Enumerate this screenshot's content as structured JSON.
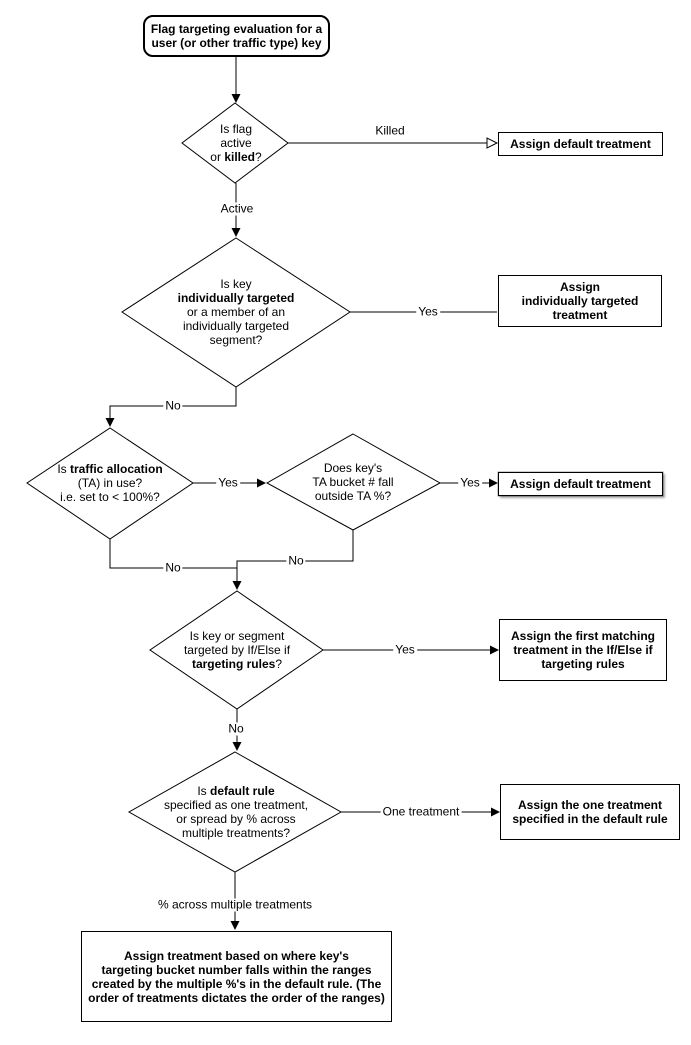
{
  "diagram": {
    "title": "Flag targeting evaluation flowchart",
    "background": "#ffffff",
    "line_color": "#000000"
  },
  "nodes": {
    "start": {
      "text": "Flag targeting evaluation for a\nuser (or other traffic type) key"
    },
    "d1": {
      "pre": "Is flag\nactive\nor ",
      "bold": "killed",
      "post": "?"
    },
    "d2": {
      "pre": "Is key\n",
      "bold": "individually targeted",
      "post": "\nor a member of an\nindividually targeted\nsegment?"
    },
    "d3": {
      "pre": "Is ",
      "bold": "traffic allocation",
      "post": "\n(TA) in use?\ni.e. set to < 100%?"
    },
    "d4": {
      "pre": "Does key's\nTA bucket # fall\noutside TA %?",
      "bold": "",
      "post": ""
    },
    "d5": {
      "pre": "Is key or segment\ntargeted by If/Else if\n",
      "bold": "targeting rules",
      "post": "?"
    },
    "d6": {
      "pre": "Is ",
      "bold": "default rule",
      "post": "\nspecified as one treatment,\nor spread by % across\nmultiple treatments?"
    },
    "b1": {
      "text": "Assign default treatment"
    },
    "b2": {
      "text": "Assign\nindividually targeted\ntreatment"
    },
    "b3": {
      "text": "Assign the first matching\ntreatment in the If/Else if\ntargeting rules"
    },
    "b4": {
      "text": "Assign default treatment"
    },
    "b5": {
      "text": "Assign the one treatment\nspecified in the default rule"
    },
    "b6": {
      "text": "Assign treatment based on where key's\ntargeting bucket number falls within the ranges\ncreated by the multiple %'s in the default rule. (The\norder of treatments dictates the order of the ranges)"
    }
  },
  "labels": {
    "killed": "Killed",
    "active": "Active",
    "yes_individual": "Yes",
    "yes_ta": "Yes",
    "yes_bucket": "Yes",
    "yes_rules": "Yes",
    "no_individual": "No",
    "no_ta": "No",
    "no_bucket": "No",
    "no_rules": "No",
    "one_treatment": "One treatment",
    "pct_across": "% across multiple treatments"
  }
}
